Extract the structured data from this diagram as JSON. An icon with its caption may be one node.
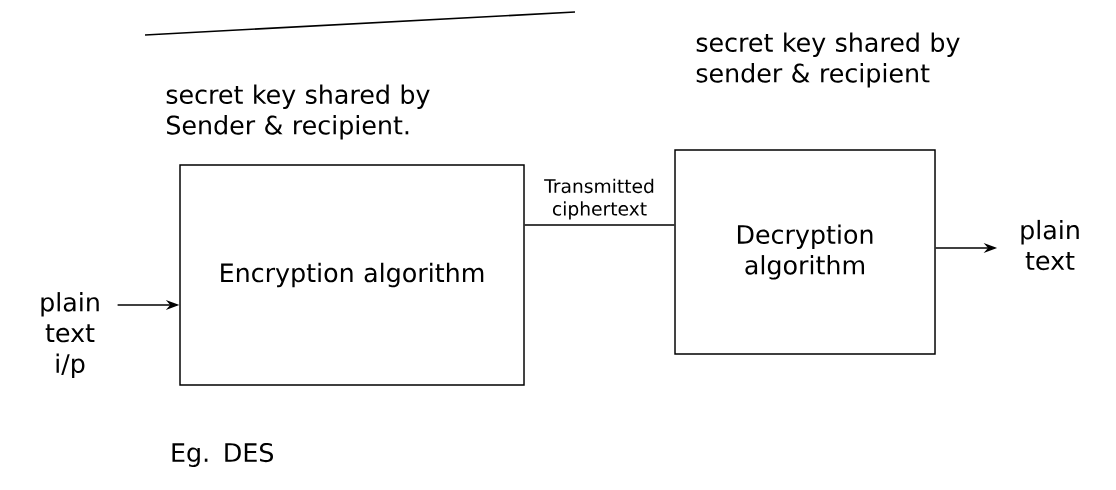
{
  "diagram": {
    "nodes": [
      {
        "text": [
          "plain text i/p"
        ]
      },
      {
        "text": [
          "Encryption algorithm"
        ],
        "beside": [
          "secret key shared by Sender & recipient.",
          "Eg. DES"
        ]
      },
      {
        "text": [
          "Decryption algorithm"
        ],
        "beside": [
          "secret key shared by sender & recipient"
        ]
      },
      {
        "text": [
          "plain text"
        ]
      }
    ],
    "edges": [
      {
        "from": 0,
        "to": 1,
        "arrow": "to"
      },
      {
        "from": 1,
        "to": 2,
        "arrow": "none",
        "label": "Transmitted ciphertext"
      },
      {
        "from": 2,
        "to": 3,
        "arrow": "to"
      }
    ]
  }
}
